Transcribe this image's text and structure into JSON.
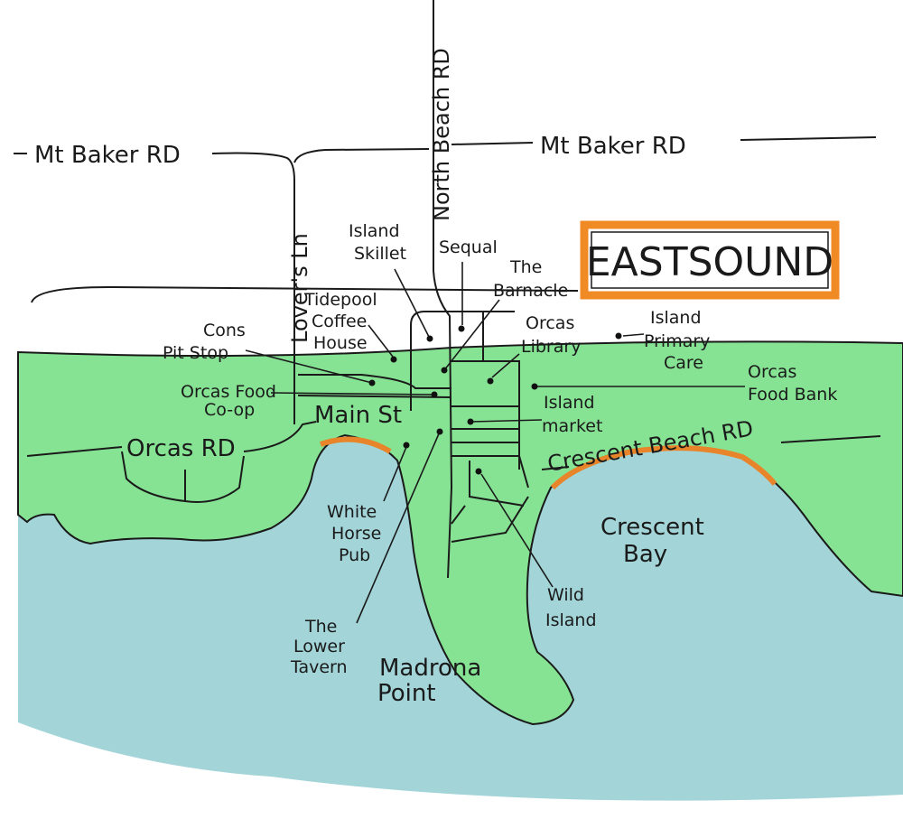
{
  "title": "EASTSOUND",
  "colors": {
    "land": "#86e394",
    "water": "#92cdd1",
    "beach": "#e8852a",
    "frame": "#f08a24",
    "ink": "#1a1a1a"
  },
  "roads": {
    "mt_baker_left": "Mt Baker RD",
    "mt_baker_right": "Mt Baker RD",
    "north_beach": "North Beach RD",
    "lovers_ln": "Lover's Ln",
    "main_st": "Main St",
    "orcas_rd": "Orcas RD",
    "crescent_beach": "Crescent Beach RD"
  },
  "places": {
    "island_skillet": [
      "Island",
      "Skillet"
    ],
    "sequal": [
      "Sequal"
    ],
    "barnacle": [
      "The",
      "Barnacle"
    ],
    "tidepool": [
      "Tidepool",
      "Coffee",
      "House"
    ],
    "cons": [
      "Cons",
      "Pit Stop"
    ],
    "food_coop": [
      "Orcas Food",
      "Co-op"
    ],
    "library": [
      "Orcas",
      "Library"
    ],
    "primary_care": [
      "Island",
      "Primary",
      "Care"
    ],
    "food_bank": [
      "Orcas",
      "Food Bank"
    ],
    "market": [
      "Island",
      "market"
    ],
    "white_horse": [
      "White",
      "Horse",
      "Pub"
    ],
    "lower_tavern": [
      "The",
      "Lower",
      "Tavern"
    ],
    "wild_island": [
      "Wild",
      "Island"
    ]
  },
  "features": {
    "madrona": [
      "Madrona",
      "Point"
    ],
    "crescent_bay": [
      "Crescent",
      "Bay"
    ]
  }
}
